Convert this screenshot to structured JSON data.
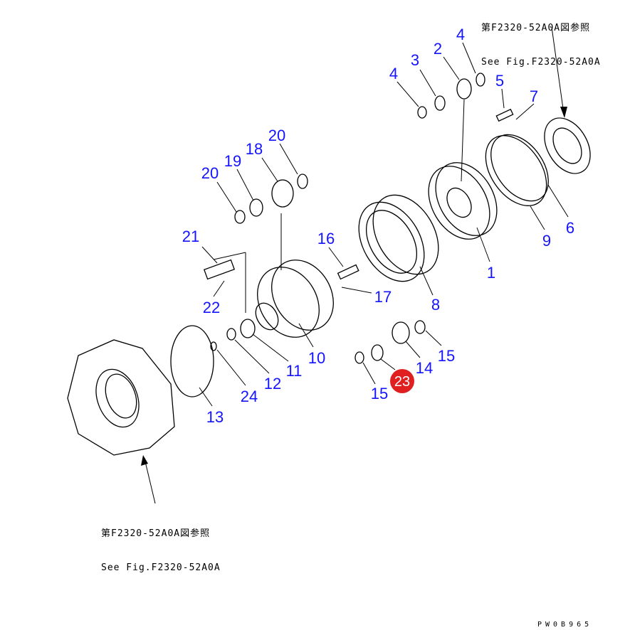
{
  "notes": {
    "top_right": {
      "jp": "第F2320-52A0A図参照",
      "en": "See Fig.F2320-52A0A"
    },
    "bottom_left": {
      "jp": "第F2320-52A0A図参照",
      "en": "See Fig.F2320-52A0A"
    }
  },
  "drawing_code": "PW0B965",
  "highlight_color": "#e02020",
  "label_color": "#1414ff",
  "callouts": [
    {
      "id": "c4a",
      "label": "4"
    },
    {
      "id": "c3",
      "label": "3"
    },
    {
      "id": "c2",
      "label": "2"
    },
    {
      "id": "c4b",
      "label": "4"
    },
    {
      "id": "c5",
      "label": "5"
    },
    {
      "id": "c7",
      "label": "7"
    },
    {
      "id": "c20a",
      "label": "20"
    },
    {
      "id": "c18",
      "label": "18"
    },
    {
      "id": "c19",
      "label": "19"
    },
    {
      "id": "c20b",
      "label": "20"
    },
    {
      "id": "c16",
      "label": "16"
    },
    {
      "id": "c21",
      "label": "21"
    },
    {
      "id": "c17",
      "label": "17"
    },
    {
      "id": "c8",
      "label": "8"
    },
    {
      "id": "c1",
      "label": "1"
    },
    {
      "id": "c9",
      "label": "9"
    },
    {
      "id": "c6",
      "label": "6"
    },
    {
      "id": "c22",
      "label": "22"
    },
    {
      "id": "c10",
      "label": "10"
    },
    {
      "id": "c11",
      "label": "11"
    },
    {
      "id": "c12",
      "label": "12"
    },
    {
      "id": "c15a",
      "label": "15"
    },
    {
      "id": "c14",
      "label": "14"
    },
    {
      "id": "c23",
      "label": "23"
    },
    {
      "id": "c15b",
      "label": "15"
    },
    {
      "id": "c24",
      "label": "24"
    },
    {
      "id": "c13",
      "label": "13"
    }
  ]
}
